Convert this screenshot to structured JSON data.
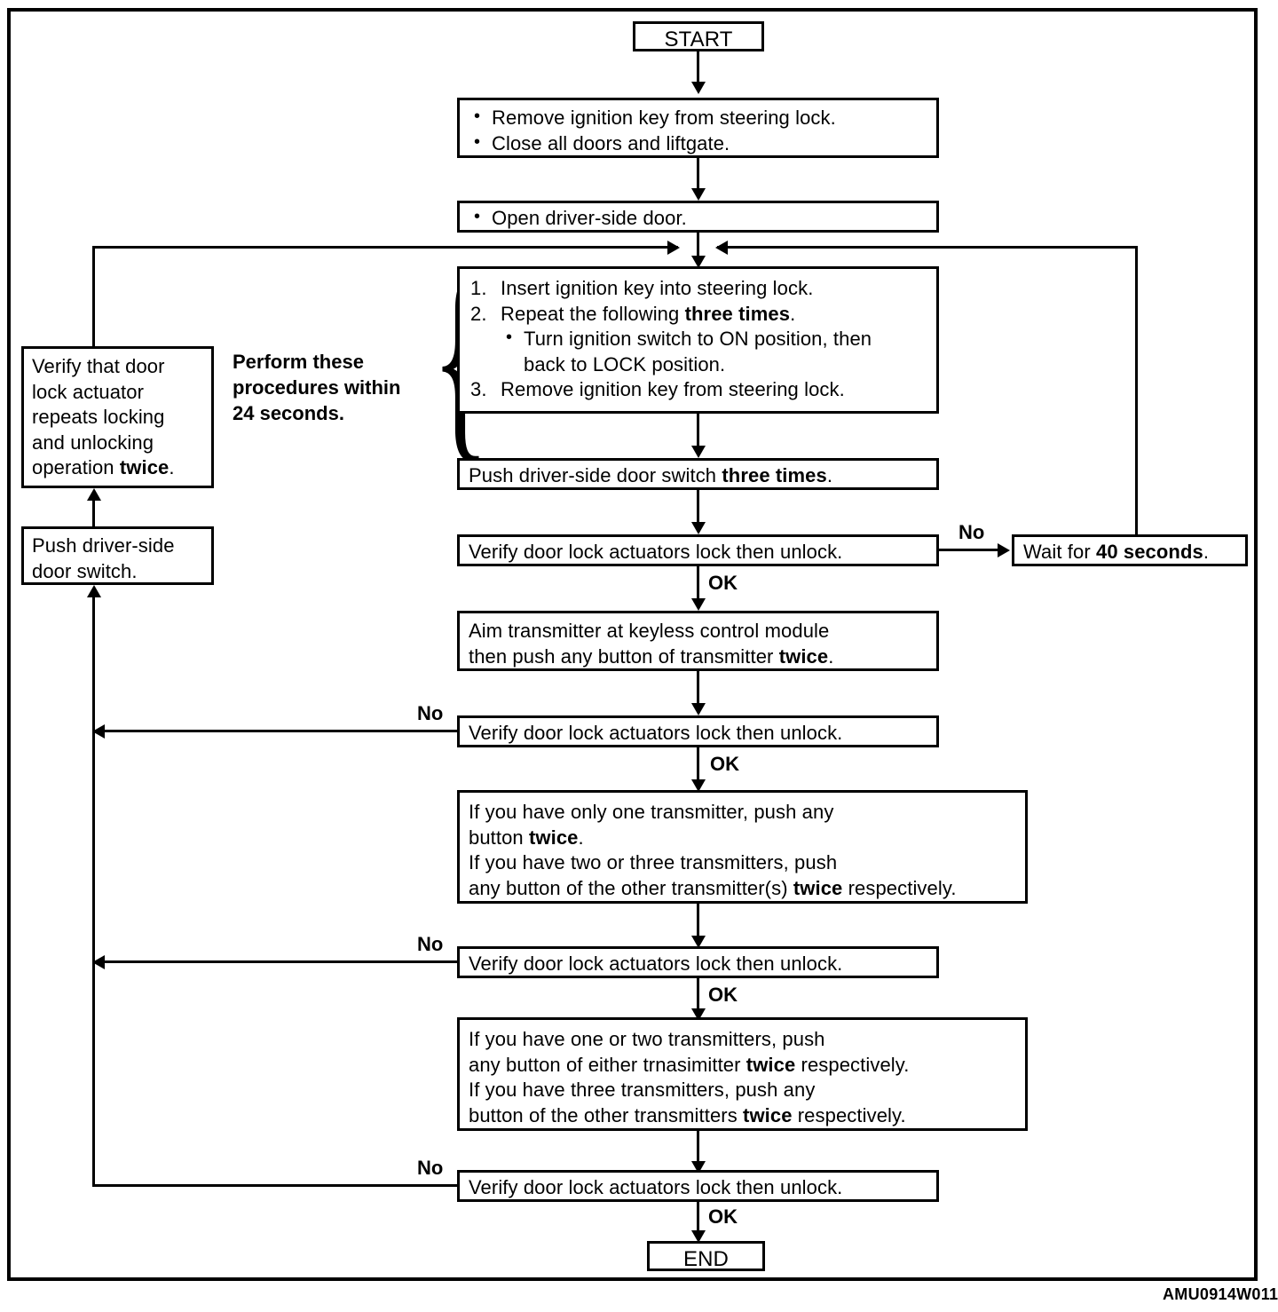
{
  "diagram": {
    "title_code": "AMU0914W011",
    "nodes": {
      "start": {
        "label": "START"
      },
      "prep": {
        "line1": "Remove ignition key from steering lock.",
        "line2": "Close all doors and liftgate."
      },
      "open_door": {
        "line1": "Open driver-side door."
      },
      "ignition_seq": {
        "n1": "1.",
        "t1": "Insert ignition key into steering lock.",
        "n2": "2.",
        "t2a": "Repeat the following ",
        "t2b": "three times",
        "t2c": ".",
        "sub1": "Turn ignition switch to ON position, then",
        "sub2": "back to LOCK position.",
        "n3": "3.",
        "t3": "Remove ignition key from steering lock."
      },
      "push_switch_3x": {
        "a": "Push driver-side door switch ",
        "b": "three times",
        "c": "."
      },
      "verify1": {
        "label": "Verify door lock actuators lock then unlock."
      },
      "wait40": {
        "a": "Wait for ",
        "b": "40 seconds",
        "c": "."
      },
      "aim_transmitter": {
        "line1": "Aim transmitter at keyless control module",
        "line2a": "then push any button of transmitter ",
        "line2b": "twice",
        "line2c": "."
      },
      "verify2": {
        "label": "Verify door lock actuators lock then unlock."
      },
      "transmitters_a": {
        "l1": "If you have only one transmitter, push any",
        "l2a": "button ",
        "l2b": "twice",
        "l2c": ".",
        "l3": "If you have two or three transmitters, push",
        "l4a": "any button of the other transmitter(s) ",
        "l4b": "twice",
        "l4c": " respectively."
      },
      "verify3": {
        "label": "Verify door lock actuators lock then unlock."
      },
      "transmitters_b": {
        "l1": "If you have one or two transmitters, push",
        "l2a": "any button of either trnasimitter ",
        "l2b": "twice",
        "l2c": " respectively.",
        "l3": "If you have three transmitters, push any",
        "l4a": "button of the other transmitters ",
        "l4b": "twice",
        "l4c": " respectively."
      },
      "verify4": {
        "label": "Verify door lock actuators lock then unlock."
      },
      "end": {
        "label": "END"
      },
      "verify_repeat": {
        "l1": "Verify that door",
        "l2": "lock actuator",
        "l3": "repeats locking",
        "l4": "and unlocking",
        "l5a": "operation ",
        "l5b": "twice",
        "l5c": "."
      },
      "push_switch": {
        "l1": "Push driver-side",
        "l2": "door switch."
      }
    },
    "notes": {
      "timing": {
        "l1": "Perform these",
        "l2": "procedures within",
        "l3": "24 seconds."
      }
    },
    "edge_labels": {
      "no1": "No",
      "ok1": "OK",
      "no2": "No",
      "ok2": "OK",
      "no3": "No",
      "ok3": "OK",
      "no4": "No",
      "ok4": "OK"
    },
    "colors": {
      "ink": "#000000",
      "paper": "#ffffff"
    }
  }
}
